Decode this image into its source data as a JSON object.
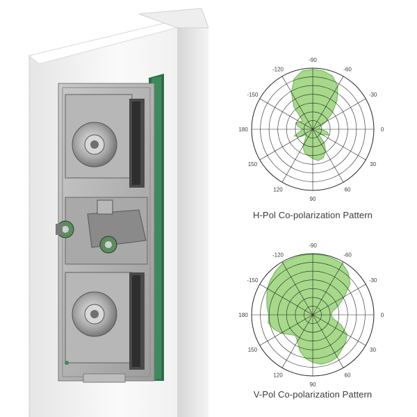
{
  "captions": {
    "h_pol": "H-Pol Co-polarization Pattern",
    "v_pol": "V-Pol Co-polarization Pattern"
  },
  "colors": {
    "pattern_fill": "#a6d98a",
    "pattern_stroke": "#6fb35a",
    "grid": "#222222",
    "housing": "#f2f2f2"
  },
  "chart_data": [
    {
      "type": "polar",
      "title": "H-Pol Co-polarization Pattern",
      "angle_labels": [
        "-90",
        "-60",
        "-30",
        "0",
        "30",
        "60",
        "90",
        "120",
        "150",
        "180",
        "-150",
        "-120"
      ],
      "angles_deg": [
        -90,
        -60,
        -30,
        0,
        30,
        60,
        90,
        120,
        150,
        180,
        -150,
        -120
      ],
      "rings": 7,
      "series": [
        {
          "angles_deg": [
            -90,
            -80,
            -70,
            -60,
            -50,
            -40,
            -30,
            -20,
            -10,
            0,
            10,
            20,
            30,
            40,
            50,
            60,
            70,
            80,
            90,
            100,
            110,
            120,
            130,
            140,
            150,
            160,
            170,
            180,
            -170,
            -160,
            -150,
            -140,
            -130,
            -120,
            -110,
            -100
          ],
          "radius": [
            0.98,
            0.97,
            0.93,
            0.82,
            0.62,
            0.42,
            0.25,
            0.14,
            0.1,
            0.14,
            0.24,
            0.28,
            0.18,
            0.12,
            0.3,
            0.42,
            0.5,
            0.52,
            0.48,
            0.44,
            0.4,
            0.32,
            0.18,
            0.14,
            0.24,
            0.32,
            0.22,
            0.16,
            0.24,
            0.3,
            0.24,
            0.22,
            0.48,
            0.7,
            0.88,
            0.97
          ]
        }
      ]
    },
    {
      "type": "polar",
      "title": "V-Pol Co-polarization Pattern",
      "angle_labels": [
        "-90",
        "-60",
        "-30",
        "0",
        "30",
        "60",
        "90",
        "120",
        "150",
        "180",
        "-150",
        "-120"
      ],
      "angles_deg": [
        -90,
        -60,
        -30,
        0,
        30,
        60,
        90,
        120,
        150,
        180,
        -150,
        -120
      ],
      "rings": 7,
      "series": [
        {
          "angles_deg": [
            -90,
            -80,
            -70,
            -60,
            -50,
            -40,
            -30,
            -20,
            -10,
            0,
            10,
            20,
            30,
            40,
            50,
            60,
            70,
            80,
            90,
            100,
            110,
            120,
            130,
            140,
            150,
            160,
            170,
            180,
            -170,
            -160,
            -150,
            -140,
            -130,
            -120,
            -110,
            -100
          ],
          "radius": [
            0.99,
            0.99,
            0.98,
            0.97,
            0.9,
            0.8,
            0.6,
            0.45,
            0.33,
            0.3,
            0.34,
            0.5,
            0.65,
            0.7,
            0.74,
            0.8,
            0.82,
            0.82,
            0.78,
            0.72,
            0.62,
            0.5,
            0.44,
            0.5,
            0.6,
            0.68,
            0.74,
            0.72,
            0.76,
            0.8,
            0.86,
            0.9,
            0.94,
            0.98,
            0.98,
            0.99
          ]
        }
      ]
    }
  ]
}
